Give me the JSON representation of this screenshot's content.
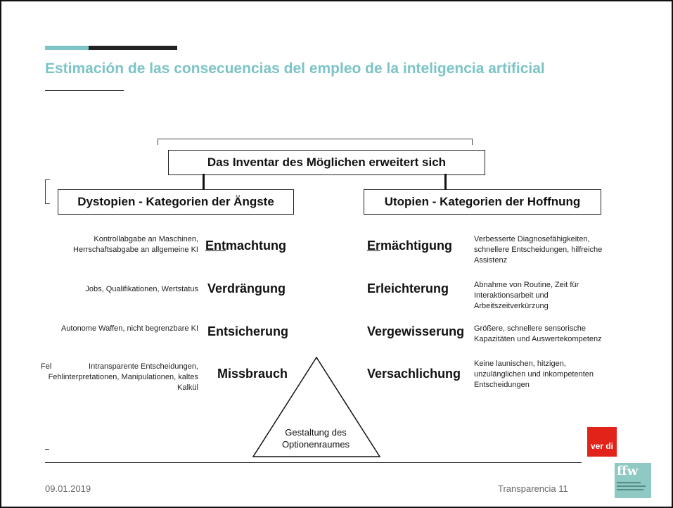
{
  "title": "Estimación de las consecuencias del empleo de la inteligencia artificial",
  "top_box": "Das Inventar des Möglichen erweitert sich",
  "left_header": "Dystopien - Kategorien der Ängste",
  "right_header": "Utopien - Kategorien der Hoffnung",
  "rows": [
    {
      "left_note": "Kontrollabgabe an Maschinen, Herrschaftsabgabe an allgemeine KI",
      "left_term_prefix": "Ent",
      "left_term_rest": "machtung",
      "right_term_prefix": "Er",
      "right_term_rest": "mächtigung",
      "right_note": "Verbesserte Diagnosefähigkeiten, schnellere Entscheidungen, hilfreiche Assistenz"
    },
    {
      "left_note": "Jobs, Qualifikationen, Wertstatus",
      "left_term": "Verdrängung",
      "right_term": "Erleichterung",
      "right_note": "Abnahme von Routine, Zeit für Interaktionsarbeit und Arbeitszeitverkürzung"
    },
    {
      "left_note": "Autonome Waffen, nicht begrenzbare KI",
      "left_term": "Entsicherung",
      "right_term": "Vergewisserung",
      "right_note": "Größere, schnellere sensorische Kapazitäten und Auswertekompetenz"
    },
    {
      "left_stray": "Fel",
      "left_note": "Intransparente Entscheidungen, Fehlinterpretationen, Manipulationen, kaltes Kalkül",
      "left_term": "Missbrauch",
      "right_term": "Versachlichung",
      "right_note": "Keine launischen, hitzigen, unzulänglichen und inkompetenten Entscheidungen"
    }
  ],
  "triangle_label": "Gestaltung des Optionenraumes",
  "footer": {
    "date": "09.01.2019",
    "page": "Transparencia 11"
  },
  "logos": {
    "verdi": "ver di",
    "ffw": "ffw"
  },
  "colors": {
    "title": "#7cc4c6",
    "verdi_red": "#e2231a",
    "ffw_teal": "#8fc9c4"
  }
}
